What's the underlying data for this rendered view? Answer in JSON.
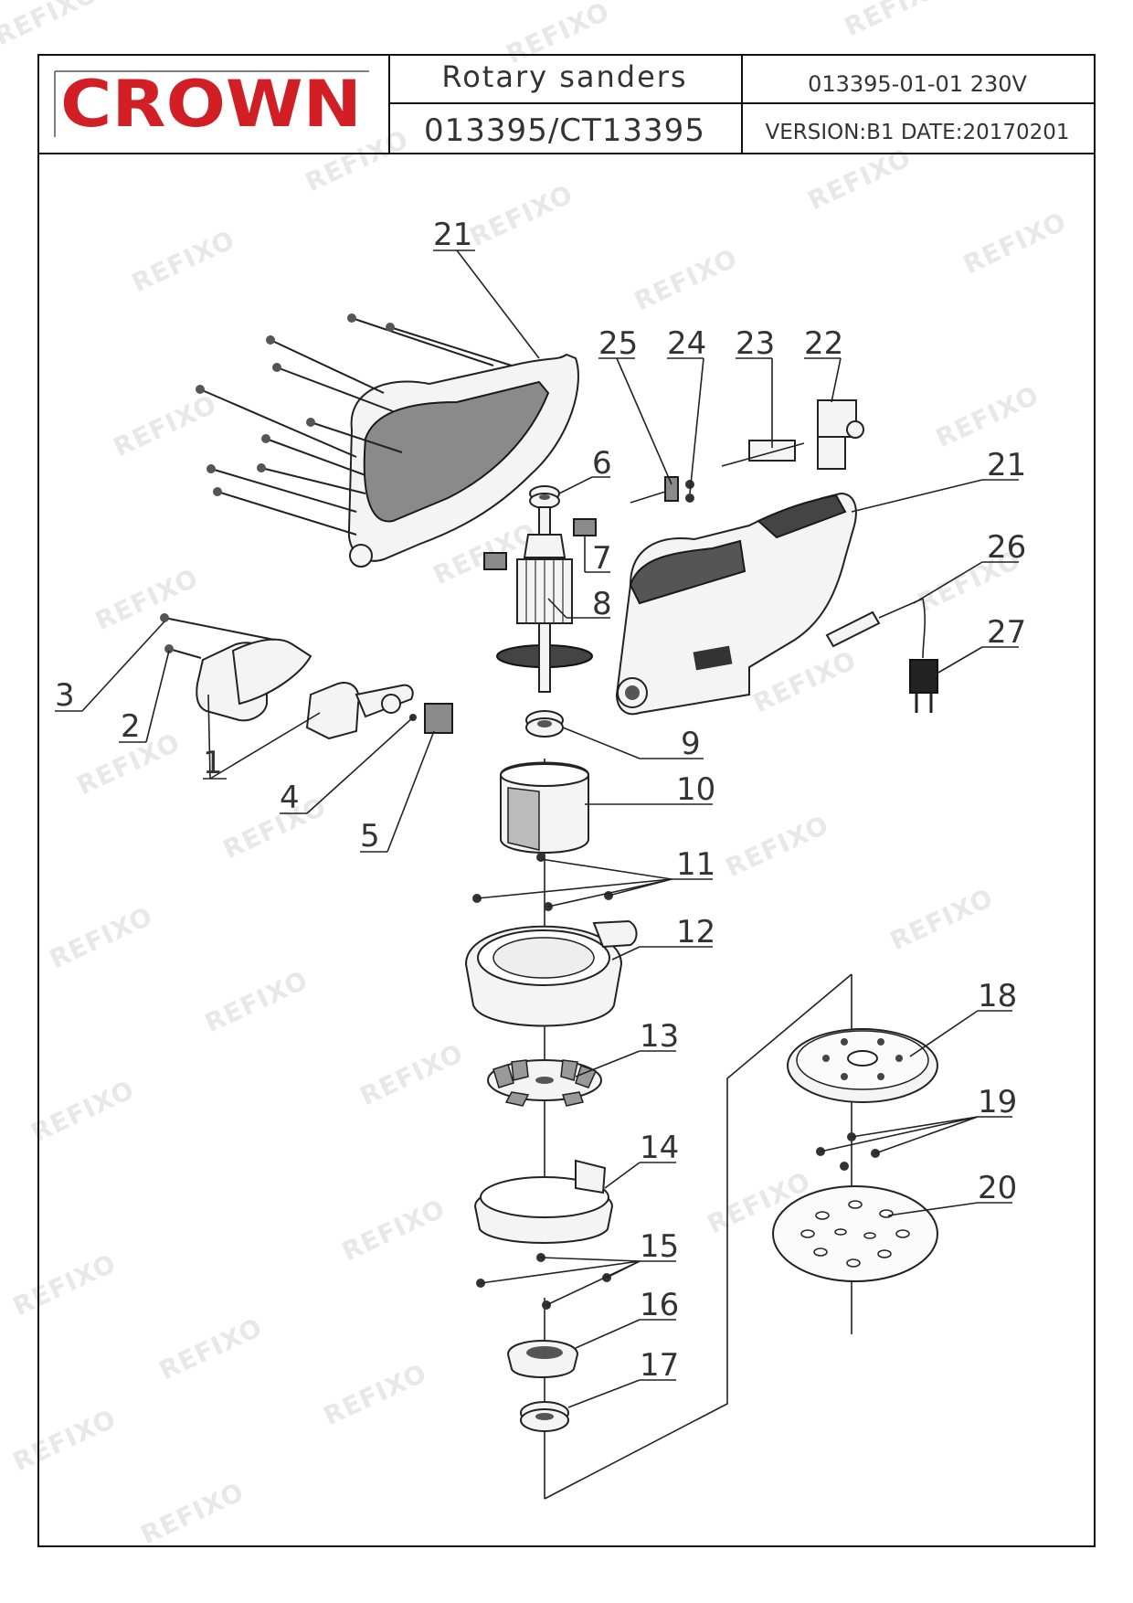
{
  "header": {
    "brand": "CROWN",
    "product_name": "Rotary sanders",
    "model": "013395/CT13395",
    "doc_code": "013395-01-01 230V",
    "version_date": "VERSION:B1 DATE:20170201"
  },
  "watermark": "REFIXO",
  "colors": {
    "brand_red": "#d21f26",
    "line": "#222222"
  },
  "parts": {
    "p1": "1",
    "p2": "2",
    "p3": "3",
    "p4": "4",
    "p5": "5",
    "p6": "6",
    "p7": "7",
    "p8": "8",
    "p9": "9",
    "p10": "10",
    "p11": "11",
    "p12": "12",
    "p13": "13",
    "p14": "14",
    "p15": "15",
    "p16": "16",
    "p17": "17",
    "p18": "18",
    "p19": "19",
    "p20": "20",
    "p21a": "21",
    "p21b": "21",
    "p22": "22",
    "p23": "23",
    "p24": "24",
    "p25": "25",
    "p26": "26",
    "p27": "27"
  }
}
